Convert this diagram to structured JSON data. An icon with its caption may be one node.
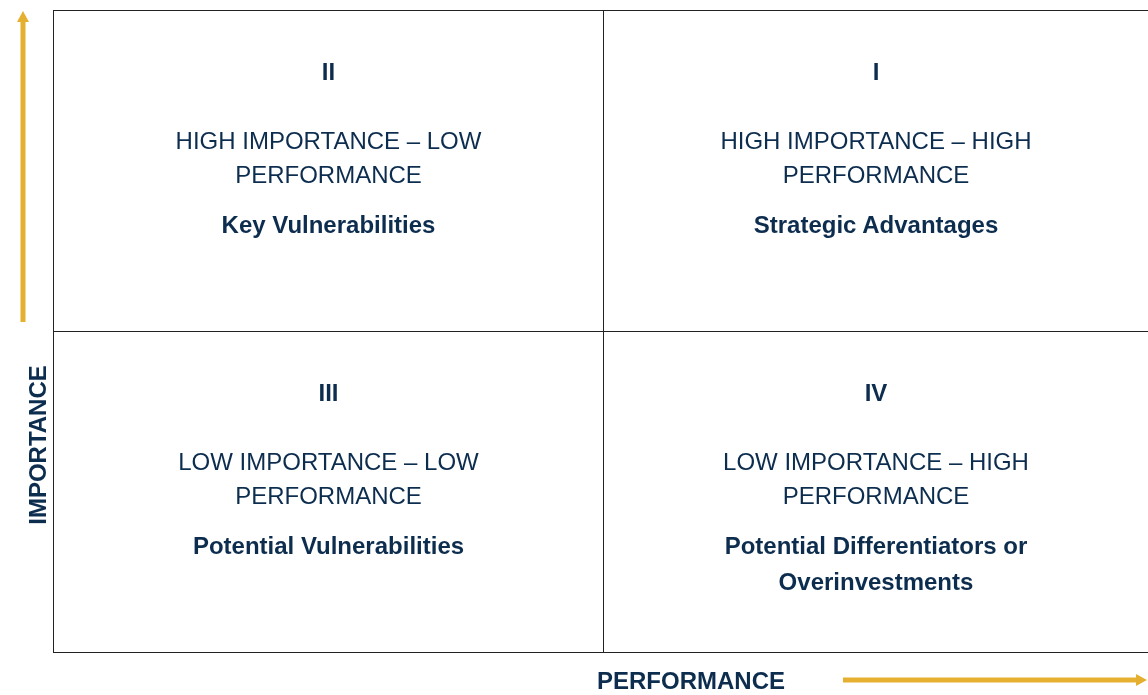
{
  "diagram": {
    "nodes": [
      {
        "text": [
          "II",
          "HIGH IMPORTANCE – LOW PERFORMANCE",
          "Key Vulnerabilities"
        ]
      },
      {
        "text": [
          "I",
          "HIGH IMPORTANCE – HIGH PERFORMANCE",
          "Strategic Advantages"
        ]
      },
      {
        "text": [
          "III",
          "LOW IMPORTANCE – LOW PERFORMANCE",
          "Potential Vulnerabilities"
        ]
      },
      {
        "text": [
          "IV",
          "LOW IMPORTANCE – HIGH PERFORMANCE",
          "Potential Differentiators or Overinvestments"
        ]
      }
    ],
    "labels": [
      "IMPORTANCE",
      "PERFORMANCE"
    ]
  }
}
